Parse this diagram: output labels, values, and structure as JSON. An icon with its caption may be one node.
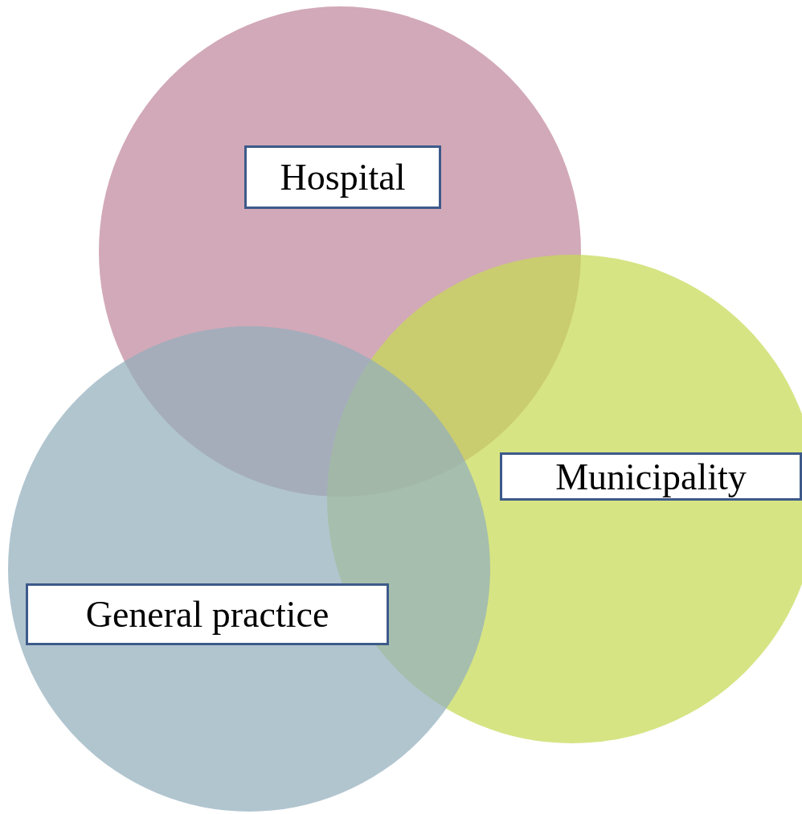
{
  "diagram": {
    "nodes": [
      {
        "text": [
          "Hospital"
        ]
      },
      {
        "text": [
          "Municipality"
        ]
      },
      {
        "text": [
          "General practice"
        ]
      }
    ]
  }
}
